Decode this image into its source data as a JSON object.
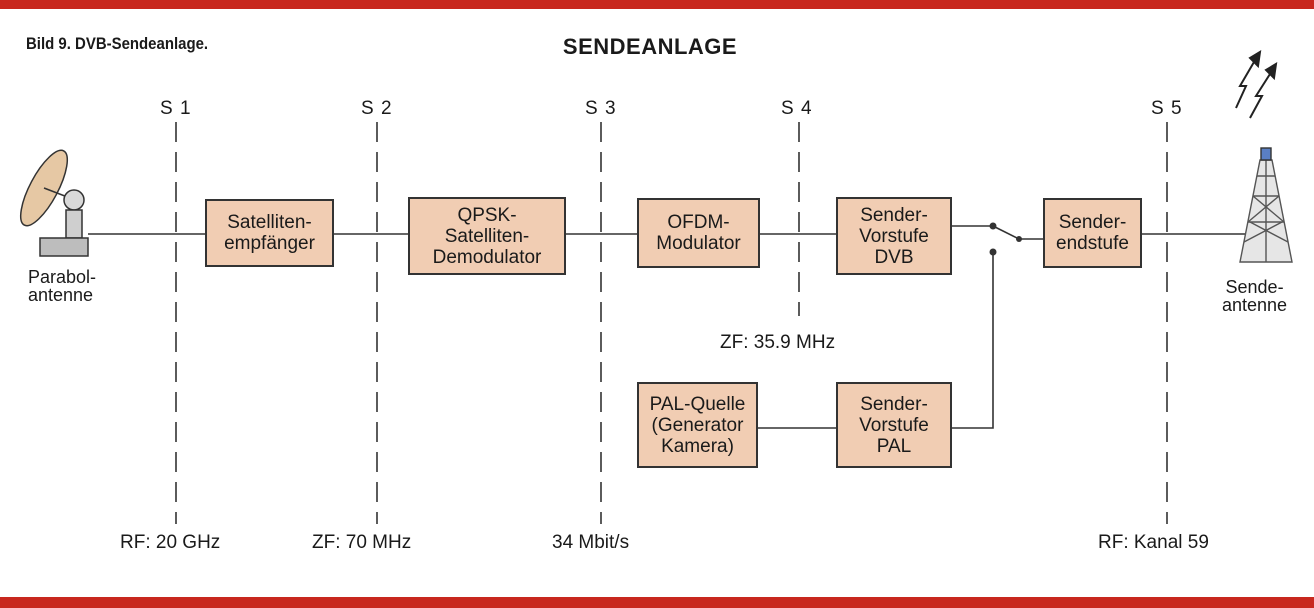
{
  "caption": "Bild 9. DVB-Sendeanlage.",
  "title": "SENDEANLAGE",
  "colors": {
    "frame": "#c8281e",
    "box_fill": "#f1cdb3",
    "line": "#333333"
  },
  "stages": {
    "s1": {
      "label": "S 1",
      "value": "RF: 20 GHz"
    },
    "s2": {
      "label": "S 2",
      "value": "ZF: 70 MHz"
    },
    "s3": {
      "label": "S 3",
      "value": "34 Mbit/s"
    },
    "s4": {
      "label": "S 4",
      "value": "ZF: 35.9 MHz"
    },
    "s5": {
      "label": "S 5",
      "value": "RF: Kanal 59"
    }
  },
  "blocks": {
    "sat_receiver": "Satelliten-\nempfänger",
    "qpsk_demod": "QPSK-\nSatelliten-\nDemodulator",
    "ofdm_mod": "OFDM-\nModulator",
    "sender_vorstufe_dvb": "Sender-\nVorstufe\nDVB",
    "sender_endstufe": "Sender-\nendstufe",
    "pal_quelle": "PAL-Quelle\n(Generator\nKamera)",
    "sender_vorstufe_pal": "Sender-\nVorstufe\nPAL"
  },
  "endpoints": {
    "dish": "Parabol-\nantenne",
    "tower": "Sende-\nantenne"
  }
}
